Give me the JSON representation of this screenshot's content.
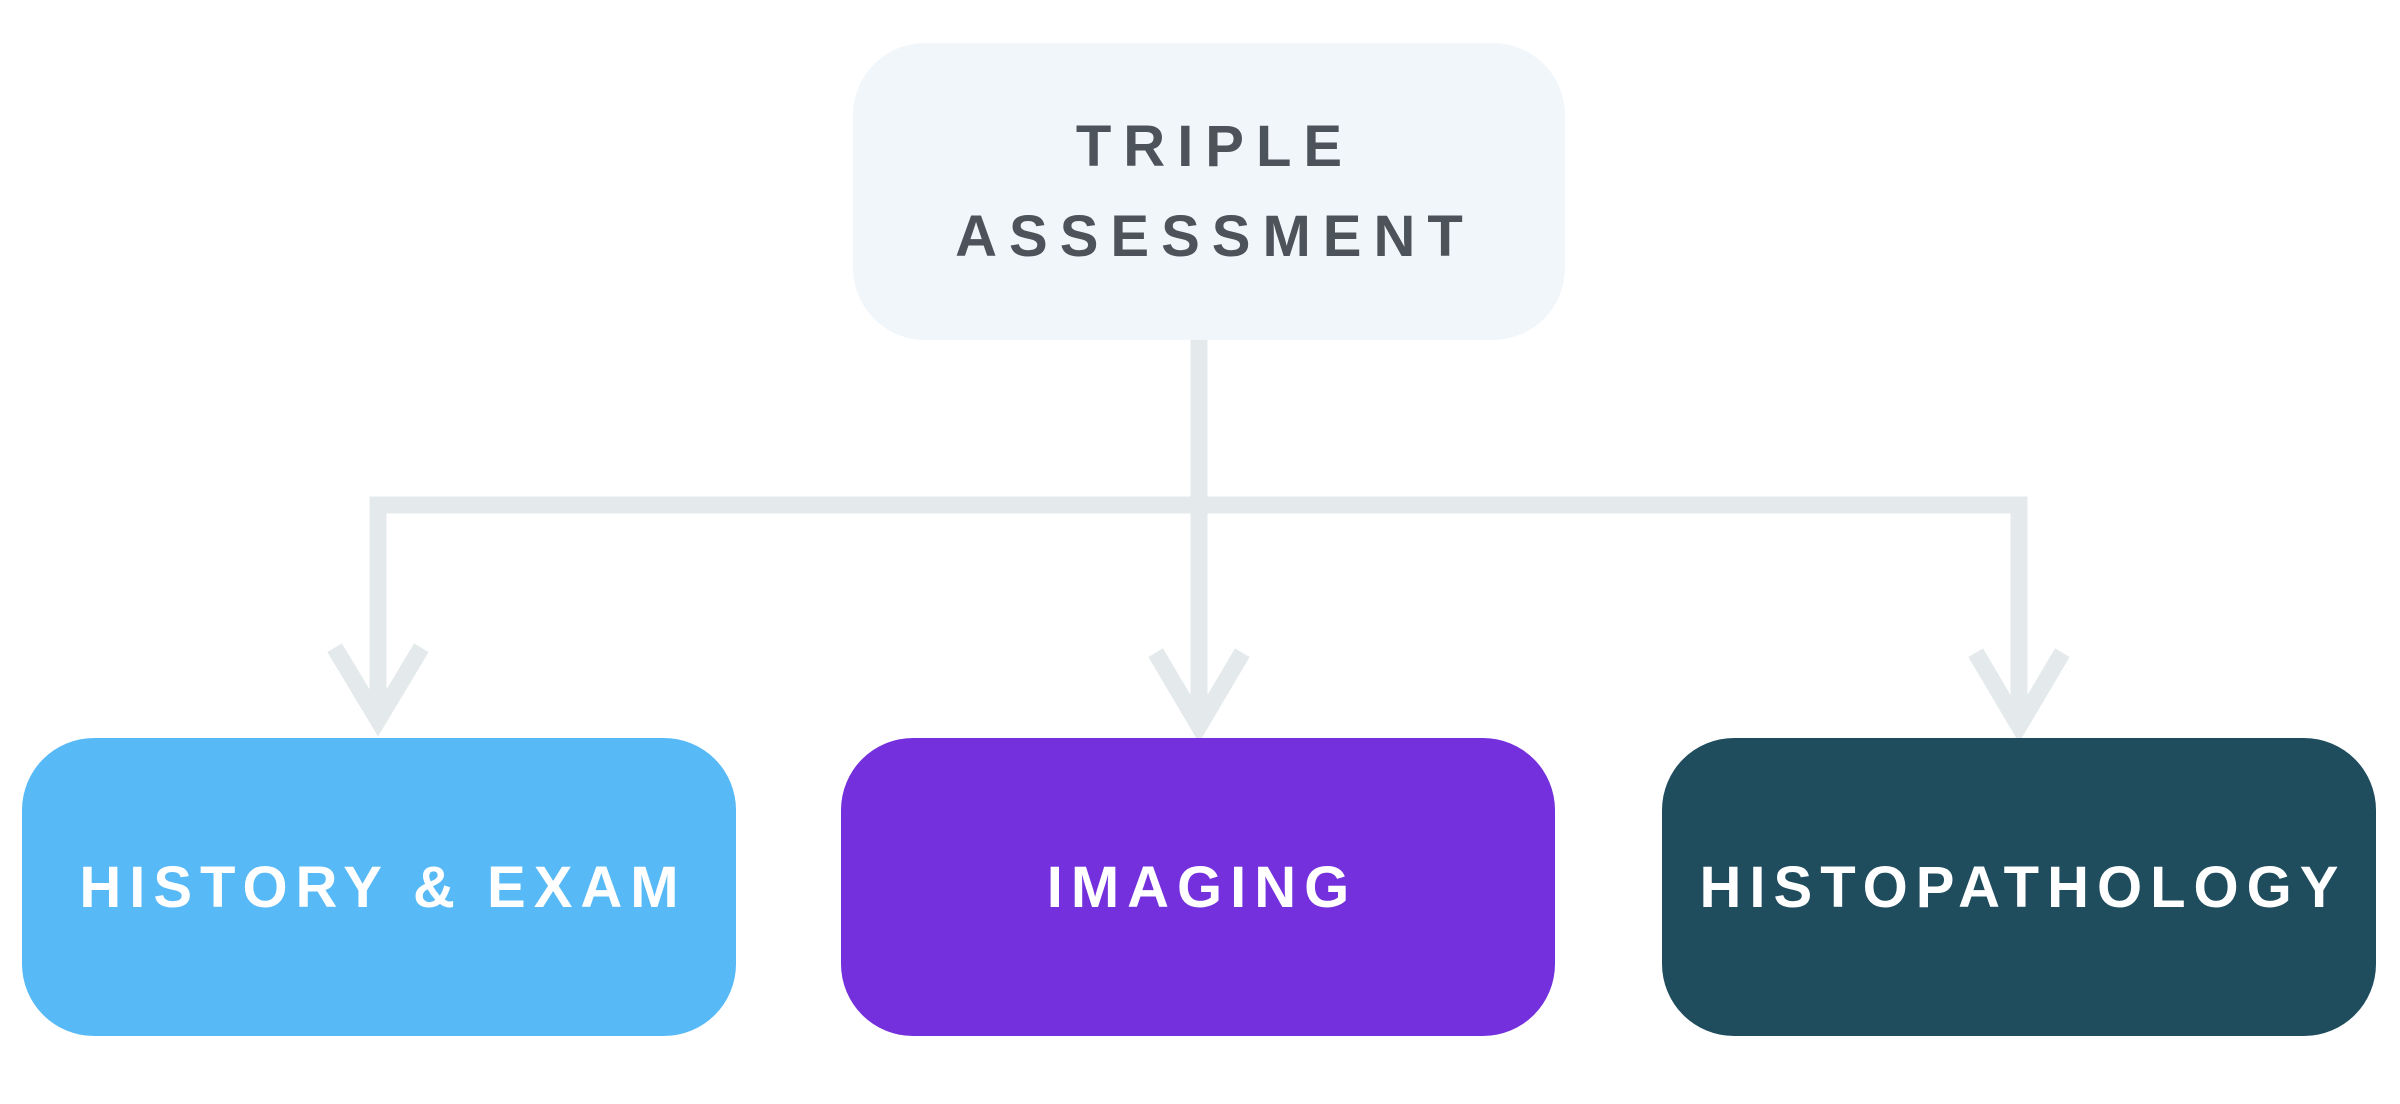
{
  "diagram": {
    "root": {
      "label": "TRIPLE ASSESSMENT",
      "line1": "TRIPLE",
      "line2": "ASSESSMENT",
      "fill": "#f1f6fa",
      "text_color": "#4c535b"
    },
    "children": [
      {
        "label": "HISTORY & EXAM",
        "fill": "#57b9f6"
      },
      {
        "label": "IMAGING",
        "fill": "#7430dc"
      },
      {
        "label": "HISTOPATHOLOGY",
        "fill": "#1f4d5e"
      }
    ],
    "connector_color": "#e4eaeb"
  }
}
